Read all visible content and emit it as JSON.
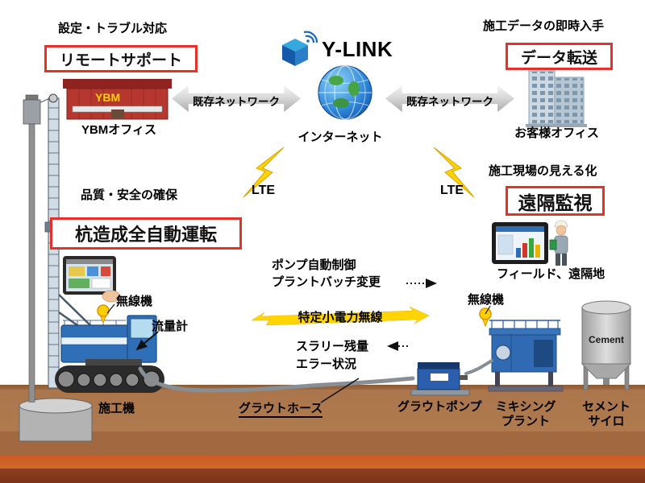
{
  "logo": {
    "text": "Y-LINK"
  },
  "colors": {
    "accent_red": "#e53228",
    "bolt_yellow": "#ffd400",
    "machine_blue": "#2f6fb8",
    "ground_brown": "#a9714a"
  },
  "top_left": {
    "caption": "設定・トラブル対応",
    "feature": "リモートサポート",
    "building_sign": "YBM",
    "office_label": "YBMオフィス"
  },
  "top_center": {
    "internet_label": "インターネット",
    "network_left": "既存ネットワーク",
    "network_right": "既存ネットワーク"
  },
  "top_right": {
    "caption": "施工データの即時入手",
    "feature": "データ転送",
    "office_label": "お客様オフィス"
  },
  "lte": {
    "left": "LTE",
    "right": "LTE"
  },
  "machine_side": {
    "caption": "品質・安全の確保",
    "feature": "杭造成全自動運転",
    "radio": "無線機",
    "flow_meter": "流量計",
    "machine_label": "施工機"
  },
  "monitor_side": {
    "caption": "施工現場の見える化",
    "feature": "遠隔監視",
    "location_label": "フィールド、遠隔地",
    "radio": "無線機"
  },
  "telemetry": {
    "pump_control": "ポンプ自動制御",
    "batch_change": "プラントバッチ変更",
    "radio_band": "特定小電力無線",
    "slurry": "スラリー残量",
    "error": "エラー状況"
  },
  "plant": {
    "hose": "グラウトホース",
    "pump": "グラウトポンプ",
    "mixing_line1": "ミキシング",
    "mixing_line2": "プラント",
    "silo_line1": "セメント",
    "silo_line2": "サイロ",
    "silo_text": "Cement"
  }
}
